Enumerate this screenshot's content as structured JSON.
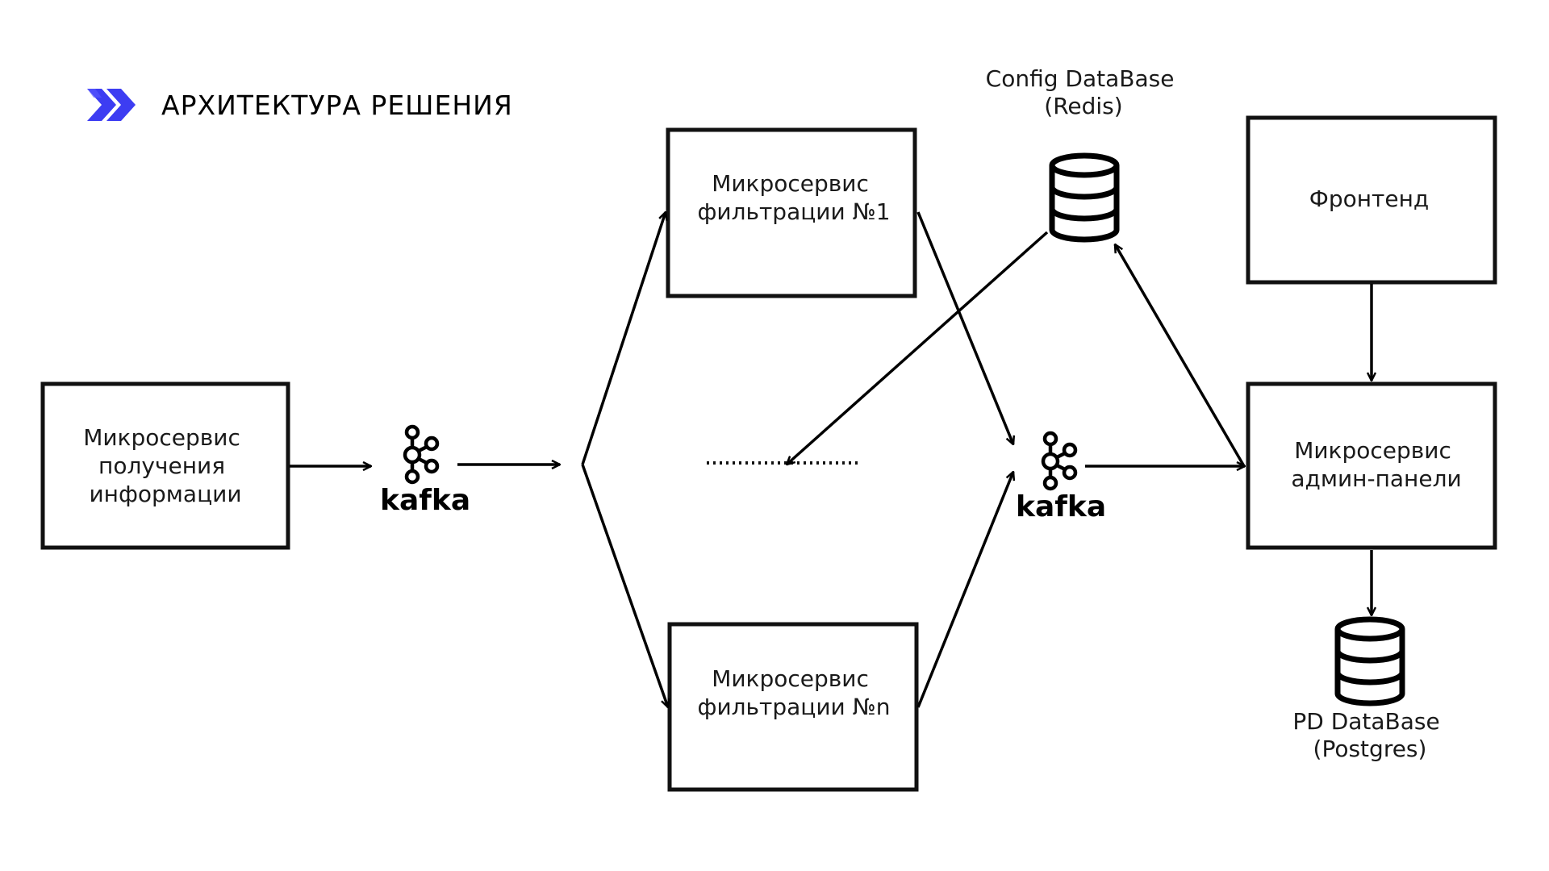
{
  "title": "АРХИТЕКТУРА РЕШЕНИЯ",
  "accent_color": "#3d3df2",
  "logo_icon": "double-chevron-icon",
  "nodes": {
    "ingest": {
      "lines": [
        "Микросервис",
        "получения",
        "информации"
      ]
    },
    "kafka_in": {
      "label": "kafka",
      "icon": "kafka-icon"
    },
    "filter1": {
      "lines": [
        "Микросервис",
        "фильтрации №1"
      ]
    },
    "filtern": {
      "lines": [
        "Микросервис",
        "фильтрации №n"
      ]
    },
    "kafka_out": {
      "label": "kafka",
      "icon": "kafka-icon"
    },
    "config_db": {
      "lines": [
        "Config DataBase",
        "(Redis)"
      ],
      "icon": "database-icon"
    },
    "frontend": {
      "lines": [
        "Фронтенд"
      ]
    },
    "admin": {
      "lines": [
        "Микросервис",
        "админ-панели"
      ]
    },
    "pd_db": {
      "lines": [
        "PD DataBase",
        "(Postgres)"
      ],
      "icon": "database-icon"
    }
  }
}
